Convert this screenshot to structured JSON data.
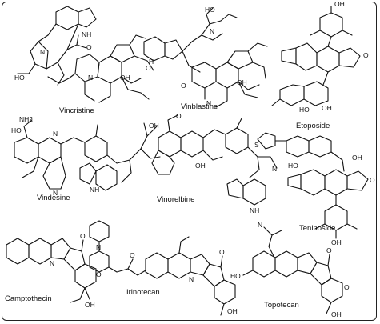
{
  "compounds": [
    {
      "id": "vincristine",
      "name": "Vincristine"
    },
    {
      "id": "vinblastine",
      "name": "Vinblastine"
    },
    {
      "id": "etoposide",
      "name": "Etoposide"
    },
    {
      "id": "vindesine",
      "name": "Vindesine"
    },
    {
      "id": "vinorelbine",
      "name": "Vinorelbine"
    },
    {
      "id": "teniposide",
      "name": "Teniposide"
    },
    {
      "id": "camptothecin",
      "name": "Camptothecin"
    },
    {
      "id": "irinotecan",
      "name": "Irinotecan"
    },
    {
      "id": "topotecan",
      "name": "Topotecan"
    }
  ],
  "atom_labels": {
    "nh": "NH",
    "n": "N",
    "o": "O",
    "oh": "OH",
    "ho": "HO",
    "h": "H",
    "nh2": "NH2",
    "s": "S"
  },
  "colors": {
    "line": "#111111",
    "frame": "#222222",
    "background": "#ffffff"
  }
}
